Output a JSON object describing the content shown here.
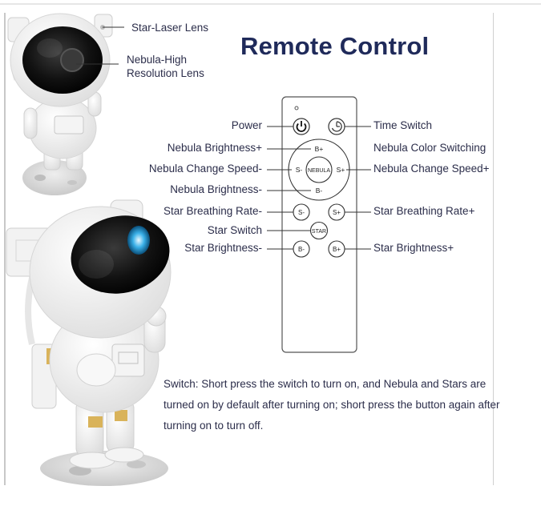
{
  "title": "Remote Control",
  "callouts_product": {
    "star_laser_lens": "Star-Laser Lens",
    "nebula_lens_line1": "Nebula-High",
    "nebula_lens_line2": "Resolution Lens"
  },
  "remote": {
    "buttons": {
      "power": "power-icon",
      "timer": "timer-icon",
      "nebula_b_plus": "B+",
      "nebula_s_minus": "S-",
      "nebula_center": "NEBULA",
      "nebula_s_plus": "S+",
      "nebula_b_minus": "B-",
      "star_s_minus": "S-",
      "star_s_plus": "S+",
      "star_center": "STAR",
      "star_b_minus": "B-",
      "star_b_plus": "B+"
    },
    "labels_left": {
      "power": "Power",
      "nebula_brightness_plus": "Nebula Brightness+",
      "nebula_change_speed_minus": "Nebula Change Speed-",
      "nebula_brightness_minus": "Nebula Brightness-",
      "star_breathing_rate_minus": "Star Breathing Rate-",
      "star_switch": "Star Switch",
      "star_brightness_minus": "Star Brightness-"
    },
    "labels_right": {
      "time_switch": "Time Switch",
      "nebula_color_switching": "Nebula Color Switching",
      "nebula_change_speed_plus": "Nebula Change Speed+",
      "star_breathing_rate_plus": "Star Breathing Rate+",
      "star_brightness_plus": "Star Brightness+"
    }
  },
  "description": "Switch: Short press the switch to turn on, and Nebula and Stars are turned on by default after turning on; short press the button again after turning on to turn off.",
  "colors": {
    "title": "#1f2a5a",
    "text": "#2b2d4a",
    "line": "#333333",
    "accent_lens": "#3ab0e8",
    "gold": "#d9b35a"
  }
}
